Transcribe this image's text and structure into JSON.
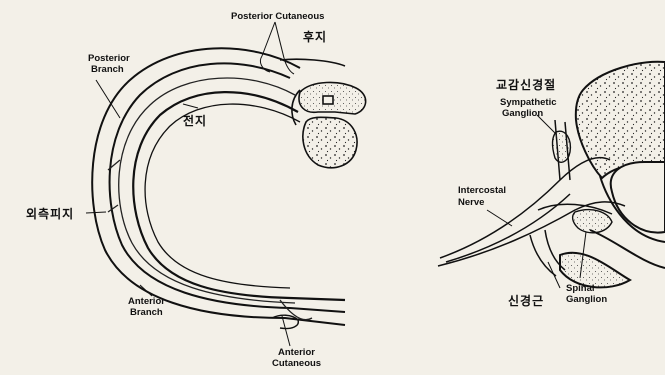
{
  "left_figure": {
    "posterior_cutaneous": "Posterior Cutaneous",
    "hu_ji": "후지",
    "posterior_branch_line1": "Posterior",
    "posterior_branch_line2": "Branch",
    "jeon_ji": "전지",
    "lateral_branch_kr": "외측피지",
    "anterior_branch_line1": "Anterior",
    "anterior_branch_line2": "Branch",
    "anterior_cutaneous_line1": "Anterior",
    "anterior_cutaneous_line2": "Cutaneous"
  },
  "right_figure": {
    "sympathetic_kr": "교감신경절",
    "sympathetic_line1": "Sympathetic",
    "sympathetic_line2": "Ganglion",
    "intercostal_line1": "Intercostal",
    "intercostal_line2": "Nerve",
    "nerve_root_kr": "신경근",
    "spinal_line1": "Spinal",
    "spinal_line2": "Ganglion"
  }
}
